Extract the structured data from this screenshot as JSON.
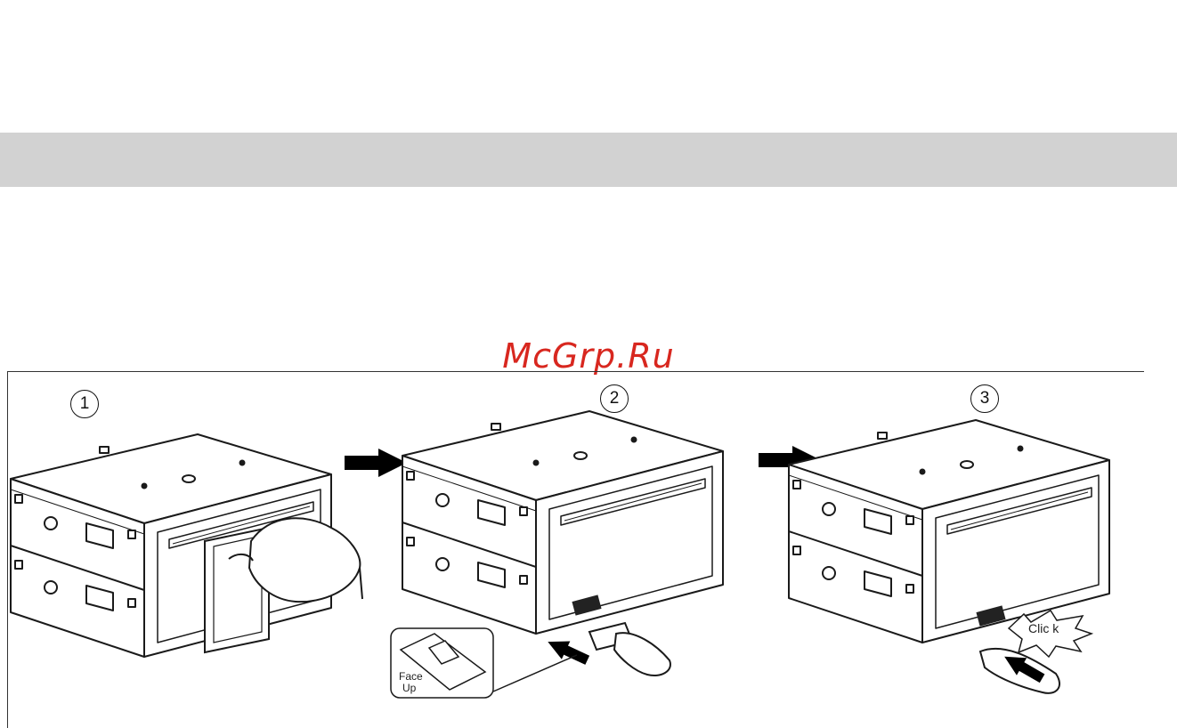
{
  "watermark": "McGrp.Ru",
  "steps": [
    "1",
    "2",
    "3"
  ],
  "labels": {
    "face": "Face",
    "up": "Up",
    "click": "Clic k"
  },
  "colors": {
    "band": "#d2d2d2",
    "watermark": "#d8271f",
    "line": "#1a1a1a"
  },
  "icons": [
    "arrow-right-icon",
    "arrow-right-icon",
    "card-arrow-icon",
    "card-arrow-icon"
  ]
}
